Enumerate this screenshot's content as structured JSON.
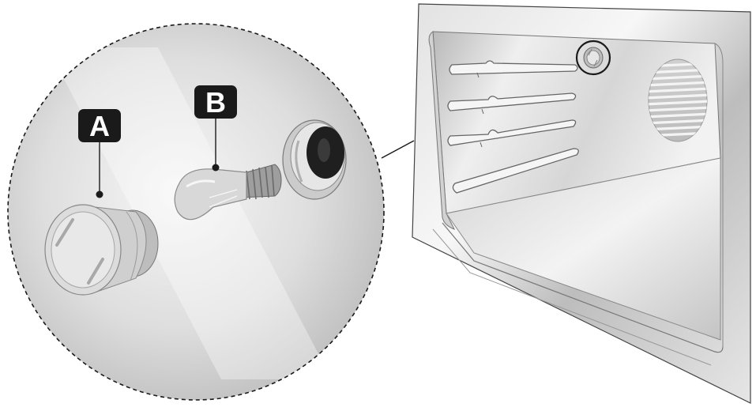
{
  "diagram": {
    "callouts": [
      {
        "id": "cover",
        "letter": "A"
      },
      {
        "id": "bulb",
        "letter": "B"
      }
    ]
  },
  "colors": {
    "label_bg": "#1a1a1a",
    "label_text": "#ffffff",
    "outline": "#222222",
    "metal_light": "#f4f4f4",
    "metal_mid": "#c9c9c9",
    "metal_dark": "#9a9a9a"
  }
}
